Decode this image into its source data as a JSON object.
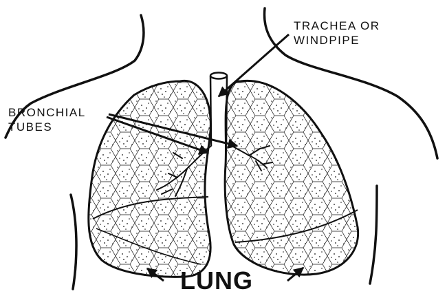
{
  "labels": {
    "trachea_line1": "TRACHEA OR",
    "trachea_line2": "WINDPIPE",
    "bronchial_line1": "BRONCHIAL",
    "bronchial_line2": "TUBES",
    "lung": "LUNG"
  },
  "colors": {
    "ink": "#111111",
    "background": "#ffffff"
  }
}
